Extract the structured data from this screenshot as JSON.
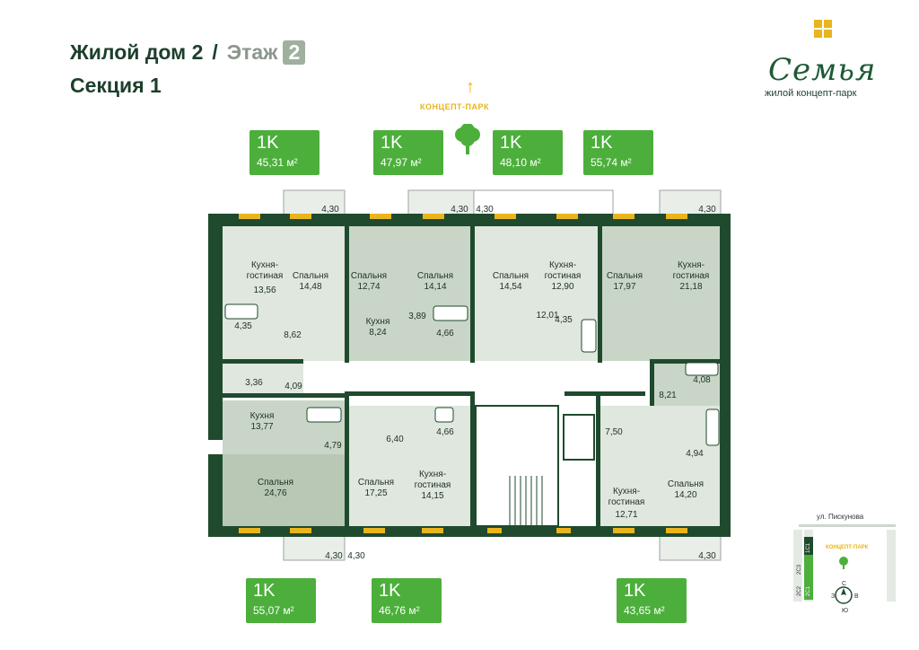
{
  "header": {
    "building": "Жилой дом 2",
    "separator": "/",
    "floor_label": "Этаж",
    "floor_number": "2",
    "section": "Секция 1"
  },
  "logo": {
    "name": "Семья",
    "tagline": "жилой концепт-парк"
  },
  "park": {
    "label": "КОНЦЕПТ-ПАРК"
  },
  "apartments_top": [
    {
      "type": "1K",
      "area": "45,31 м²"
    },
    {
      "type": "1K",
      "area": "47,97 м²"
    },
    {
      "type": "1K",
      "area": "48,10 м²"
    },
    {
      "type": "1K",
      "area": "55,74 м²"
    }
  ],
  "apartments_bottom": [
    {
      "type": "1K",
      "area": "55,07 м²"
    },
    {
      "type": "1K",
      "area": "46,76 м²"
    },
    {
      "type": "1K",
      "area": "43,65 м²"
    }
  ],
  "rooms": {
    "r1": {
      "name": "Кухня-",
      "name2": "гостиная",
      "area": "13,56"
    },
    "r2": {
      "name": "Спальня",
      "area": "14,48"
    },
    "r3": {
      "name": "Спальня",
      "area": "12,74"
    },
    "r4": {
      "name": "Спальня",
      "area": "14,14"
    },
    "r5": {
      "name": "Спальня",
      "area": "14,54"
    },
    "r6": {
      "name": "Кухня-",
      "name2": "гостиная",
      "area": "12,90"
    },
    "r7": {
      "name": "Спальня",
      "area": "17,97"
    },
    "r8": {
      "name": "Кухня-",
      "name2": "гостиная",
      "area": "21,18"
    },
    "r9": {
      "name": "Кухня",
      "area": "8,24"
    },
    "r10": {
      "name": "Кухня",
      "area": "13,77"
    },
    "r11": {
      "name": "Спальня",
      "area": "24,76"
    },
    "r12": {
      "name": "Спальня",
      "area": "17,25"
    },
    "r13": {
      "name": "Кухня-",
      "name2": "гостиная",
      "area": "14,15"
    },
    "r14": {
      "name": "Кухня-",
      "name2": "гостиная",
      "area": "12,71"
    },
    "r15": {
      "name": "Спальня",
      "area": "14,20"
    }
  },
  "small_areas": {
    "a1": "4,35",
    "a2": "8,62",
    "a3": "3,89",
    "a4": "4,66",
    "a5": "12,01",
    "a6": "4,35",
    "a7": "3,36",
    "a8": "4,09",
    "a9": "4,08",
    "a10": "8,21",
    "a11": "4,79",
    "a12": "6,40",
    "a13": "4,66",
    "a14": "7,50",
    "a15": "4,94"
  },
  "balconies_top": [
    "4,30",
    "4,30",
    "4,30",
    "4,30"
  ],
  "balconies_bottom": [
    "4,30",
    "4,30",
    "4,30"
  ],
  "minimap": {
    "street": "ул. Пискунова",
    "park": "КОНЦЕПТ-ПАРК",
    "compass": {
      "n": "С",
      "s": "Ю",
      "w": "З",
      "e": "В"
    },
    "sections": [
      "2С1",
      "2С2",
      "2С3",
      "1С1"
    ]
  },
  "colors": {
    "wall": "#1f4a2e",
    "room_green": "#c9d6c7",
    "room_light": "#eef3ee",
    "badge": "#4caf3b",
    "accent": "#e9b51d"
  }
}
